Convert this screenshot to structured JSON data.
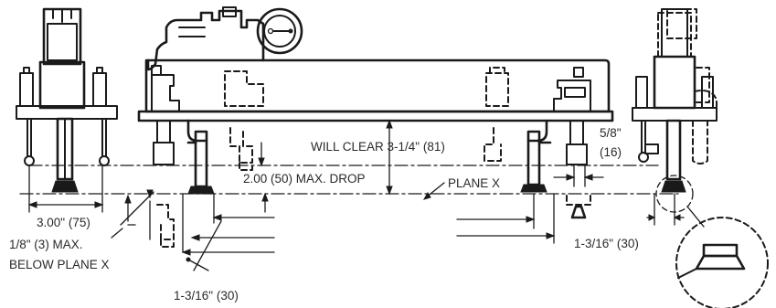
{
  "labels": {
    "will_clear": "WILL CLEAR 3-1/4\" (81)",
    "max_drop": "2.00 (50) MAX. DROP",
    "plane_x": "PLANE X",
    "five_eighths_a": "5/8\"",
    "five_eighths_b": "(16)",
    "three_inch": "3.00\" (75)",
    "one_eighth_a": "1/8\" (3) MAX.",
    "one_eighth_b": "BELOW PLANE X",
    "one_three_sixteenths_right": "1-3/16\" (30)",
    "one_three_sixteenths_bottom": "1-3/16\" (30)"
  },
  "colors": {
    "ink": "#1a1a1a",
    "text": "#2a2a2a",
    "background": "#ffffff"
  }
}
